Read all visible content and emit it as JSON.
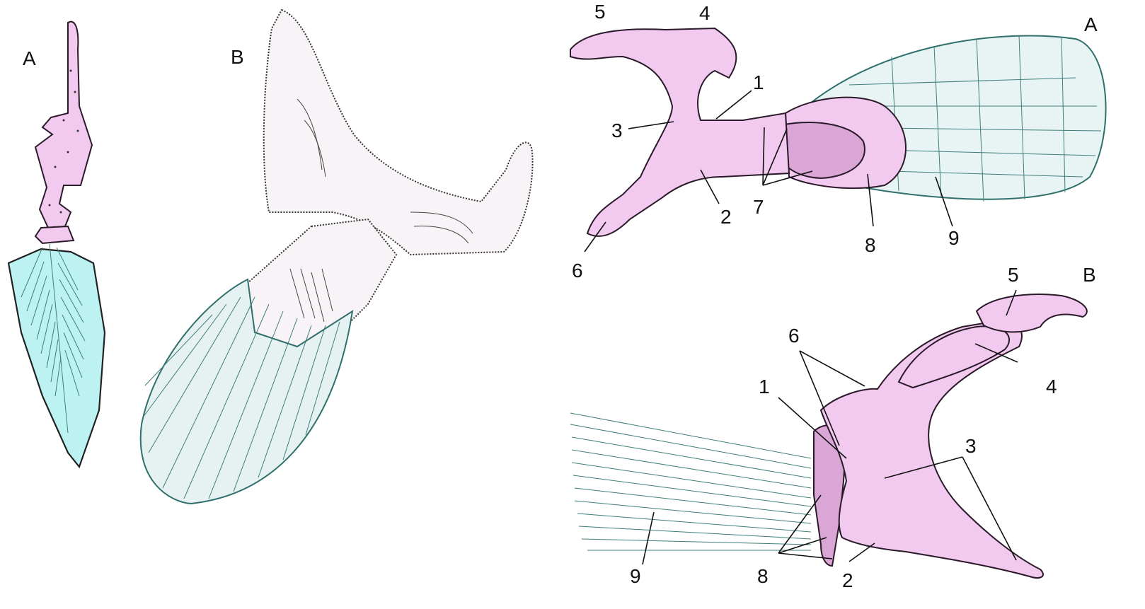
{
  "panels_left": {
    "a": "A",
    "b": "B"
  },
  "panels_right": {
    "a": "A",
    "b": "B"
  },
  "labels_right_a": [
    "5",
    "4",
    "1",
    "3",
    "2",
    "7",
    "8",
    "9",
    "6"
  ],
  "labels_right_b": [
    "5",
    "4",
    "6",
    "1",
    "3",
    "8",
    "9",
    "2"
  ],
  "colors": {
    "bone": "#f2c9ef",
    "fin_membrane": "#bdf2f3",
    "fin_rays": "#3f7e7b",
    "sketch": "#f7f3f7"
  }
}
